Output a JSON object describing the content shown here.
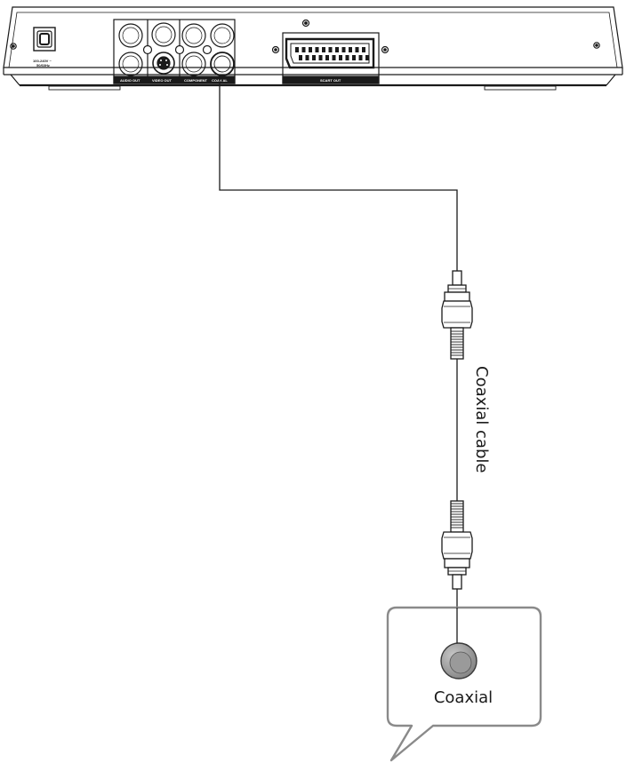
{
  "device": {
    "power_label_line1": "100-240V ~",
    "power_label_line2": "50/60Hz",
    "audio_out_label": "AUDIO OUT",
    "video_out_label": "VIDEO OUT",
    "component_label": "COMPONENT",
    "coaxial_label": "COAX AL",
    "scart_label": "SCART OUT"
  },
  "cable": {
    "label": "Coaxial cable"
  },
  "receiver": {
    "port_label": "Coaxial"
  },
  "colors": {
    "line": "#1a1a1a",
    "callout_border": "#8a8a8a",
    "cable_connector_fill": "#ffffff",
    "port_gray": "#8e8e8e"
  }
}
